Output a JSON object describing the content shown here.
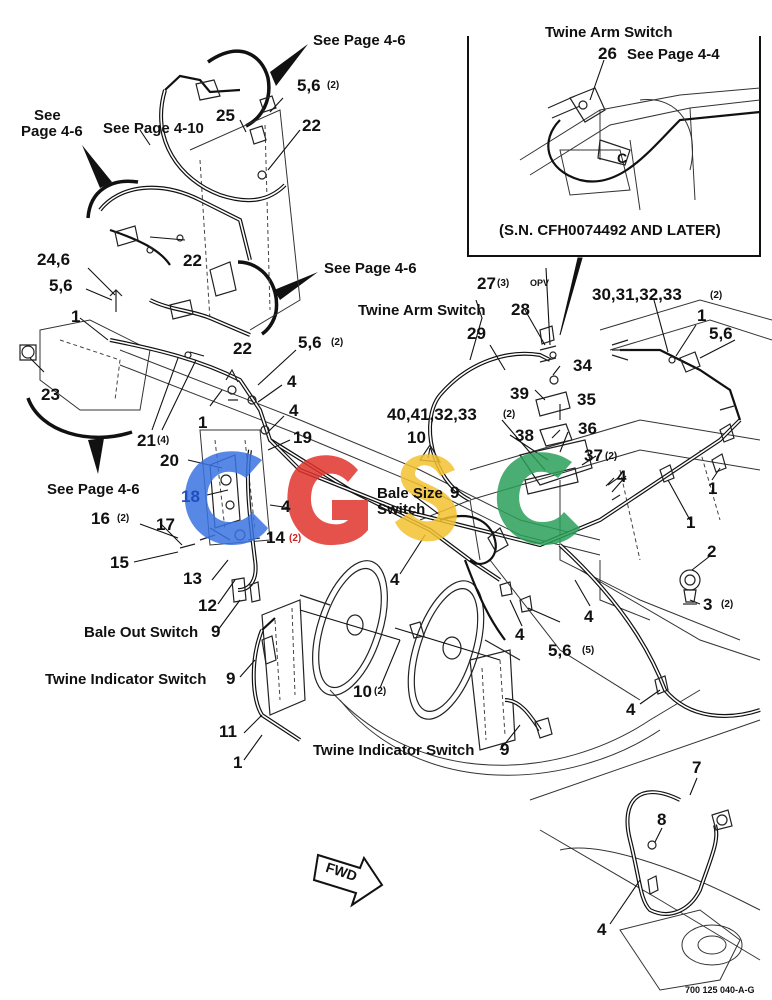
{
  "colors": {
    "line": "#111111",
    "wm_blue": "#3b73e0",
    "wm_red": "#e0342d",
    "wm_yellow": "#f2c230",
    "wm_green": "#2aa05a"
  },
  "watermark": {
    "letters": [
      "C",
      "G",
      "S",
      "C"
    ]
  },
  "inset": {
    "title": "Twine Arm Switch",
    "item26": "26",
    "see_page": "See Page 4-4",
    "serial_note": "(S.N. CFH0074492 AND LATER)",
    "c_marker": "C"
  },
  "see_pages": {
    "top": "See Page 4-6",
    "left_see": "See",
    "left_page": "Page 4-6",
    "page_410": "See Page 4-10",
    "mid": "See Page 4-6",
    "bottom_left": "See Page 4-6"
  },
  "labels": {
    "p25": "25",
    "p56_top": "5,6",
    "qty_2": "(2)",
    "p22_a": "22",
    "p22_b": "22",
    "p22_c": "22",
    "p24_6": "24,6",
    "p56_left": "5,6",
    "p1_a": "1",
    "p23": "23",
    "p56_mid": "5,6",
    "p4_a": "4",
    "p1_b": "1",
    "p4_b": "4",
    "p21": "21",
    "qty_4": "(4)",
    "p19": "19",
    "p20": "20",
    "p10_a": "10",
    "p18": "18",
    "p4_c": "4",
    "bale_size": "Bale Size",
    "switch": "Switch",
    "p9_a": "9",
    "p16": "16",
    "p17": "17",
    "p14": "14",
    "p15": "15",
    "p13": "13",
    "p12": "12",
    "bale_out": "Bale Out Switch",
    "p9_b": "9",
    "p4_d": "4",
    "twine_ind_1": "Twine Indicator Switch",
    "p9_c": "9",
    "p10_b": "10",
    "p11": "11",
    "p1_c": "1",
    "twine_ind_2": "Twine Indicator Switch",
    "p9_d": "9",
    "p27": "27",
    "qty_3": "(3)",
    "opv": "OPV",
    "twine_arm": "Twine Arm Switch",
    "p28": "28",
    "p29": "29",
    "p30_33": "30,31,32,33",
    "p34": "34",
    "p39": "39",
    "p35": "35",
    "p40_33": "40,41,32,33",
    "p38": "38",
    "p36": "36",
    "p37": "37",
    "p1_d": "1",
    "p56_right": "5,6",
    "p4_e": "4",
    "p1_e": "1",
    "p1_f": "1",
    "p2": "2",
    "p3": "3",
    "p4_f": "4",
    "p4_g": "4",
    "p56_bottom": "5,6",
    "qty_5": "(5)",
    "p4_h": "4",
    "p7": "7",
    "p8": "8",
    "p4_i": "4",
    "fwd": "FWD",
    "drawing_code": "700 125 040-A-G"
  }
}
